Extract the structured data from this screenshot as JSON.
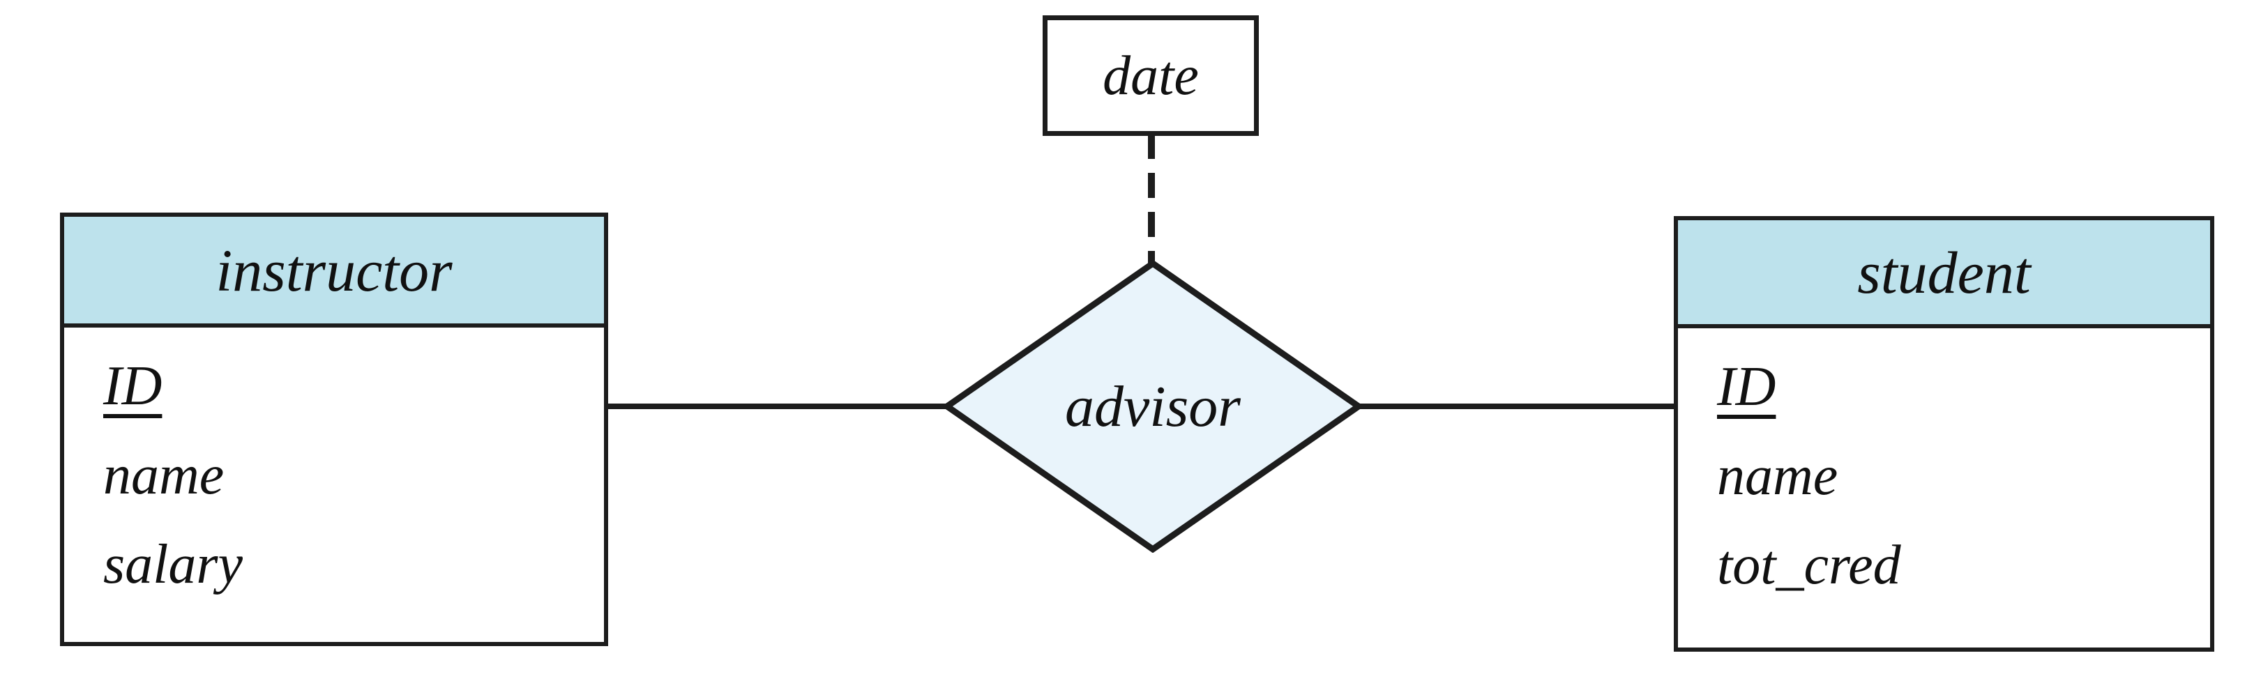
{
  "diagram": {
    "type": "entity-relationship-diagram",
    "colors": {
      "entity_header_fill": "#bde2ec",
      "entity_body_fill": "#ffffff",
      "relationship_fill": "#e9f4fb",
      "stroke": "#1d1d1d",
      "text": "#111111",
      "background": "#ffffff"
    },
    "entities": [
      {
        "id": "instructor",
        "title": "instructor",
        "attributes": [
          {
            "label": "ID",
            "primary_key": true
          },
          {
            "label": "name",
            "primary_key": false
          },
          {
            "label": "salary",
            "primary_key": false
          }
        ]
      },
      {
        "id": "student",
        "title": "student",
        "attributes": [
          {
            "label": "ID",
            "primary_key": true
          },
          {
            "label": "name",
            "primary_key": false
          },
          {
            "label": "tot_cred",
            "primary_key": false
          }
        ]
      }
    ],
    "relationship": {
      "id": "advisor",
      "label": "advisor",
      "shape": "diamond"
    },
    "descriptive_attribute": {
      "id": "date",
      "label": "date",
      "shape": "rectangle",
      "connector": "dashed"
    },
    "connectors": [
      {
        "from": "instructor",
        "to": "advisor",
        "style": "solid"
      },
      {
        "from": "advisor",
        "to": "student",
        "style": "solid"
      },
      {
        "from": "date",
        "to": "advisor",
        "style": "dashed"
      }
    ]
  }
}
